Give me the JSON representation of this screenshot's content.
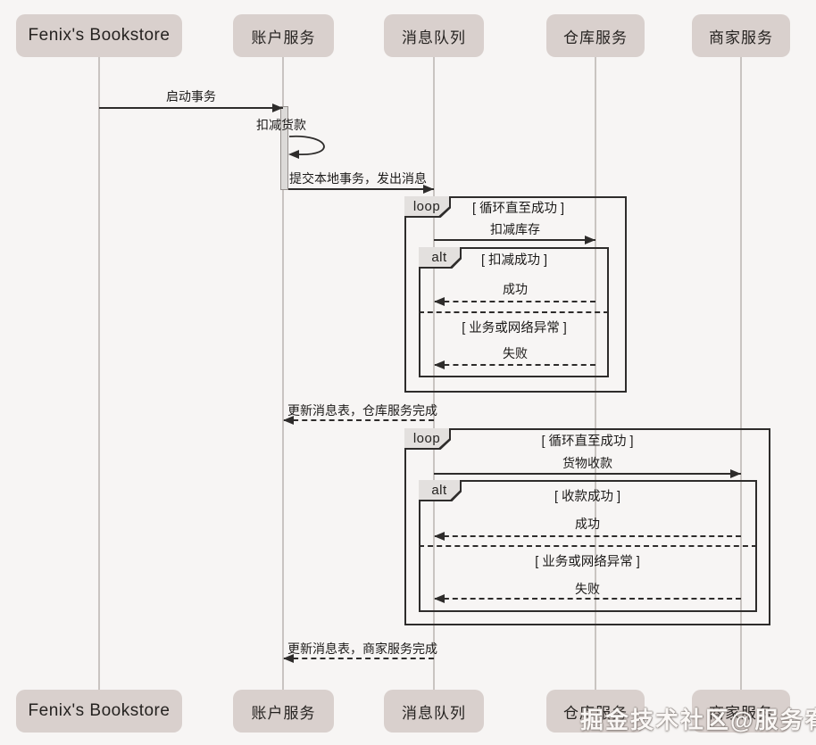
{
  "participants": [
    {
      "id": "fenix",
      "label": "Fenix's Bookstore"
    },
    {
      "id": "account",
      "label": "账户服务"
    },
    {
      "id": "queue",
      "label": "消息队列"
    },
    {
      "id": "warehouse",
      "label": "仓库服务"
    },
    {
      "id": "merchant",
      "label": "商家服务"
    }
  ],
  "messages": {
    "start_tx": "启动事务",
    "deduct_payment": "扣减货款",
    "commit_local": "提交本地事务，发出消息",
    "deduct_stock": "扣减库存",
    "stock_success": "成功",
    "stock_fail": "失败",
    "warehouse_done": "更新消息表，仓库服务完成",
    "collect_payment": "货物收款",
    "collect_success": "成功",
    "collect_fail": "失败",
    "merchant_done": "更新消息表，商家服务完成"
  },
  "fragments": {
    "loop1": {
      "operator": "loop",
      "guard": "[ 循环直至成功 ]"
    },
    "alt1": {
      "operator": "alt",
      "guard": "[ 扣减成功 ]",
      "else_guard": "[ 业务或网络异常 ]"
    },
    "loop2": {
      "operator": "loop",
      "guard": "[ 循环直至成功 ]"
    },
    "alt2": {
      "operator": "alt",
      "guard": "[ 收款成功 ]",
      "else_guard": "[ 业务或网络异常 ]"
    }
  },
  "watermark": "掘金技术社区@服务宥",
  "colors": {
    "background": "#f7f5f4",
    "participant_fill": "#d9d0cd",
    "line": "#2e2c2b",
    "lifeline": "#c9c4c1",
    "fragment_tab_fill": "#e3e0de",
    "activation_fill": "#dcdad8"
  }
}
